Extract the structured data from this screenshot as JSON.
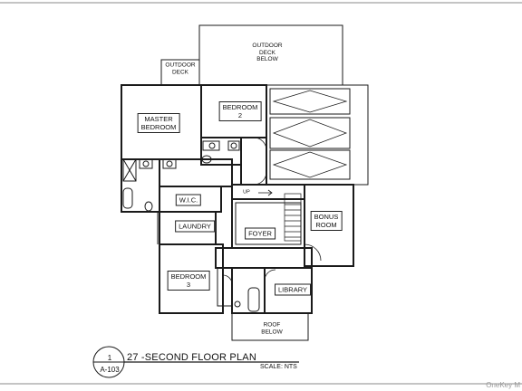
{
  "rooms": {
    "outdoor_deck_below": "OUTDOOR\nDECK\nBELOW",
    "outdoor_deck": "OUTDOOR\nDECK",
    "master_bedroom": "MASTER\nBEDROOM",
    "bedroom_2": "BEDROOM\n2",
    "wic": "W.I.C.",
    "laundry": "LAUNDRY",
    "foyer": "FOYER",
    "bonus_room": "BONUS\nROOM",
    "bedroom_3": "BEDROOM\n3",
    "library": "LIBRARY",
    "roof_below": "ROOF\nBELOW"
  },
  "stair_marker": "UP",
  "title_block": {
    "detail_number": "1",
    "sheet": "A-103",
    "title": "27 -SECOND FLOOR  PLAN",
    "scale": "SCALE: NTS"
  },
  "watermark": "OneKey M"
}
